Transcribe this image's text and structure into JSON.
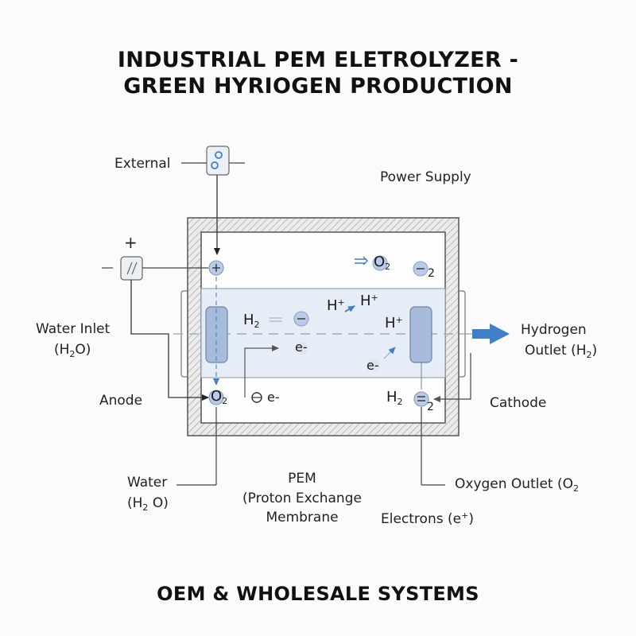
{
  "title": {
    "line1": "INDUSTRIAL PEM ELETROLYZER -",
    "line2": "GREEN HYRIOGEN PRODUCTION"
  },
  "footer": "OEM & WHOLESALE SYSTEMS",
  "labels": {
    "external": "External",
    "power_supply": "Power Supply",
    "plus_sign": "+",
    "minus_sign": "−",
    "water_inlet": "Water Inlet",
    "water_inlet_formula": {
      "pre": "(H",
      "sub": "2",
      "post": "O)"
    },
    "anode": "Anode",
    "hydrogen_outlet_1": "Hydrogen",
    "hydrogen_outlet_2": {
      "pre": "Outlet (H",
      "sub": "2",
      "post": ")"
    },
    "cathode": "Cathode",
    "water": "Water",
    "water_formula": {
      "pre": "(H",
      "sub": "2",
      "post": " O)"
    },
    "pem_1": "PEM",
    "pem_2": "(Proton Exchange",
    "pem_3": "Membrane",
    "oxygen_outlet": "Oxygen Outlet (O",
    "oxygen_outlet_sub": "2",
    "electrons": "Electrons (e",
    "electrons_sup": "+",
    "electrons_post": ")"
  },
  "species": {
    "o2_top": {
      "base": "O",
      "sub": "2"
    },
    "minus2_top": {
      "sub": "2"
    },
    "h_plus_1": {
      "base": "H",
      "sup": "+"
    },
    "h_plus_2": {
      "base": "H",
      "sup": "+"
    },
    "h_plus_3": {
      "base": "H",
      "sup": "+"
    },
    "h2_mid": {
      "base": "H",
      "sub": "2"
    },
    "e_minus_mid": "e-",
    "e_minus_right": "e-",
    "o2_bottom": {
      "base": "O",
      "sub": "2"
    },
    "e_minus_bottom": "e-",
    "h2_bottom": {
      "base": "H",
      "sub": "2"
    },
    "eq2_bottom": {
      "sub": "2"
    }
  },
  "colors": {
    "ion_fill": "#b9cbe6",
    "electrode_fill": "#9fb4d6",
    "membrane_fill": "#e8eef7",
    "arrow_blue": "#3f7fc7",
    "line": "#444444",
    "hatch": "#9a9a9a"
  }
}
